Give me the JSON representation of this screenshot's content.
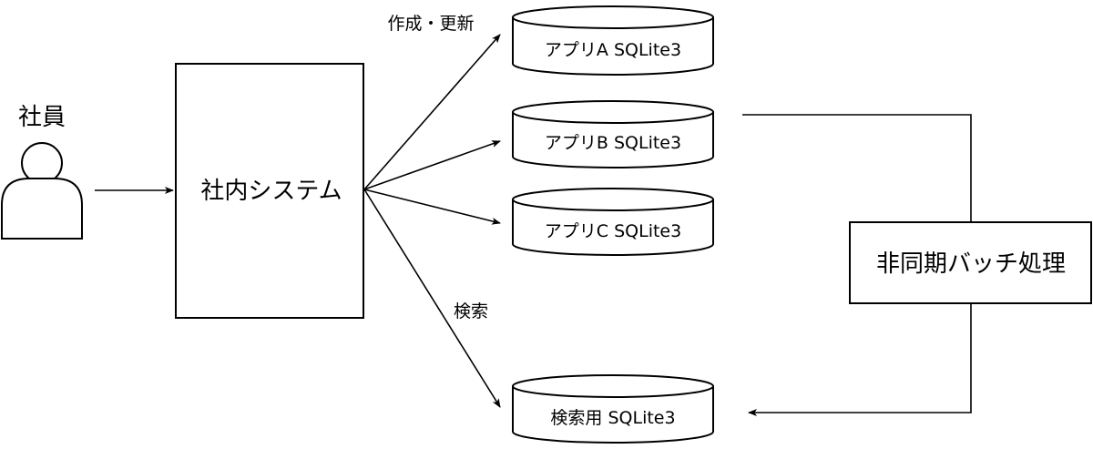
{
  "actor": {
    "label": "社員",
    "icon": "person-icon"
  },
  "system": {
    "label": "社内システム"
  },
  "databases": [
    {
      "label": "アプリA SQLite3"
    },
    {
      "label": "アプリB SQLite3"
    },
    {
      "label": "アプリC SQLite3"
    },
    {
      "label": "検索用 SQLite3"
    }
  ],
  "batch": {
    "label": "非同期バッチ処理"
  },
  "edges": {
    "write_label": "作成・更新",
    "search_label": "検索"
  },
  "colors": {
    "stroke": "#000000",
    "background": "#ffffff"
  }
}
